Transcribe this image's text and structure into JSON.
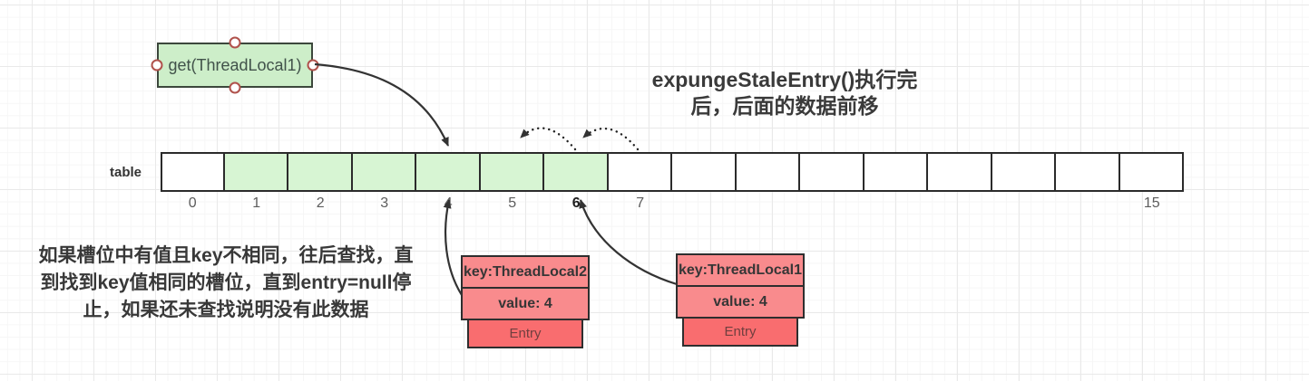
{
  "get_box": {
    "label": "get(ThreadLocal1)"
  },
  "title": {
    "line1": "expungeStaleEntry()执行完",
    "line2": "后，后面的数据前移"
  },
  "table": {
    "label": "table",
    "slots": [
      {
        "index": "0",
        "green": false,
        "bold": false
      },
      {
        "index": "1",
        "green": true,
        "bold": false
      },
      {
        "index": "2",
        "green": true,
        "bold": false
      },
      {
        "index": "3",
        "green": true,
        "bold": false
      },
      {
        "index": "4",
        "green": true,
        "bold": false
      },
      {
        "index": "5",
        "green": true,
        "bold": false
      },
      {
        "index": "6",
        "green": true,
        "bold": true
      },
      {
        "index": "7",
        "green": false,
        "bold": false
      },
      {
        "index": "",
        "green": false,
        "bold": false
      },
      {
        "index": "",
        "green": false,
        "bold": false
      },
      {
        "index": "",
        "green": false,
        "bold": false
      },
      {
        "index": "",
        "green": false,
        "bold": false
      },
      {
        "index": "",
        "green": false,
        "bold": false
      },
      {
        "index": "",
        "green": false,
        "bold": false
      },
      {
        "index": "",
        "green": false,
        "bold": false
      },
      {
        "index": "15",
        "green": false,
        "bold": false
      }
    ]
  },
  "note": {
    "lines": [
      "如果槽位中有值且key不相同，往后查找，直",
      "到找到key值相同的槽位，直到entry=null停",
      "止，如果还未查找说明没有此数据"
    ]
  },
  "entries": [
    {
      "key": "key:ThreadLocal2",
      "value": "value: 4",
      "entry_label": "Entry",
      "points_to_slot": "4"
    },
    {
      "key": "key:ThreadLocal1",
      "value": "value: 4",
      "entry_label": "Entry",
      "points_to_slot": "6"
    }
  ],
  "colors": {
    "slot_green": "#d7f5d3",
    "get_box_green": "#cdeec9",
    "entry_pink": "#f98b8d",
    "entry_red": "#f96d6f",
    "connection_point_stroke": "#b0524c",
    "arrow_stroke": "#333333",
    "border_dark": "#2b2b2b"
  }
}
